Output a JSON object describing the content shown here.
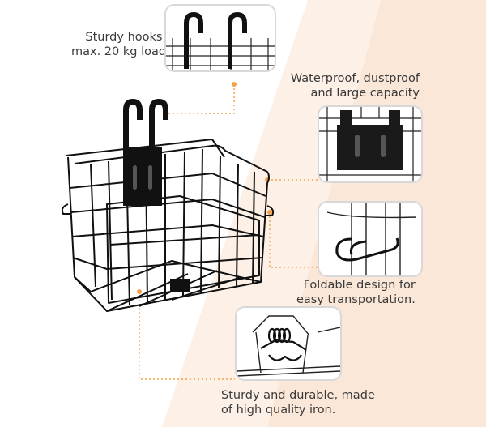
{
  "captions": {
    "hooks": {
      "line1": "Sturdy hooks,",
      "line2": "max. 20 kg load"
    },
    "waterproof": {
      "line1": "Waterproof, dustproof",
      "line2": "and large capacity"
    },
    "foldable": {
      "line1": "Foldable design for",
      "line2": "easy transportation."
    },
    "iron": {
      "line1": "Sturdy and durable, made",
      "line2": "of high quality iron."
    }
  },
  "colors": {
    "accent_dot": "#f2a34a",
    "leader_line": "#f2a34a",
    "background_band": "#fdf0e6",
    "wire": "#111111"
  }
}
